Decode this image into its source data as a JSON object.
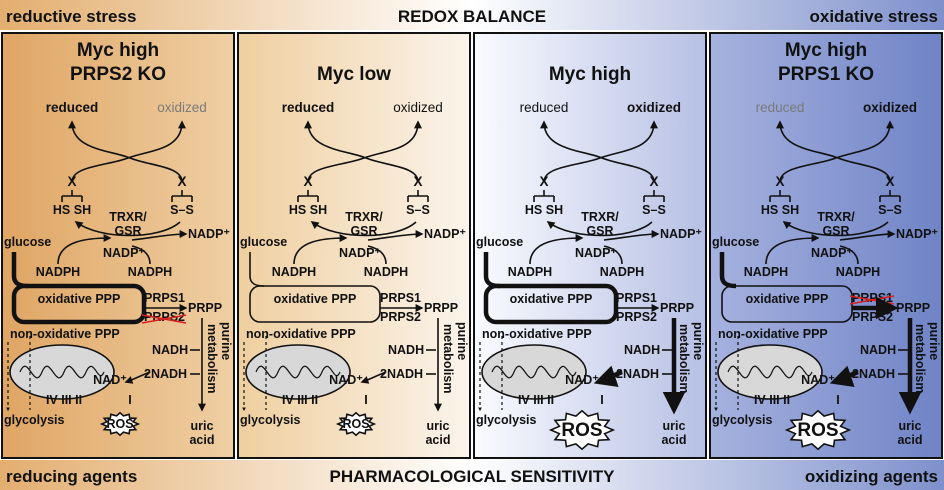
{
  "top_bar": {
    "left": "reductive stress",
    "center": "REDOX BALANCE",
    "right": "oxidative stress"
  },
  "bottom_bar": {
    "left": "reducing agents",
    "center": "PHARMACOLOGICAL SENSITIVITY",
    "right": "oxidizing agents"
  },
  "colors": {
    "orange": "#e2ae6e",
    "cream": "#f7ece0",
    "light_blue": "#dde2f2",
    "blue": "#7d8fcb",
    "ink": "#111111",
    "grey_text": "#7a7a7a",
    "strike_red": "#d42020"
  },
  "panels": [
    {
      "title_line1": "Myc high",
      "title_line2": "PRPS2 KO",
      "reduced": "reduced",
      "oxidized": "oxidized",
      "x_left": "X",
      "x_right": "X",
      "hs_sh": "HS  SH",
      "s_s": "S–S",
      "trxr": "TRXR/",
      "gsr": "GSR",
      "nadp_plus_right": "NADP⁺",
      "nadp_plus_mid": "NADP⁺",
      "glucose": "glucose",
      "nadph_left": "NADPH",
      "nadph_right": "NADPH",
      "oxidative_ppp": "oxidative PPP",
      "prps1": "PRPS1",
      "prps2": "PRPS2",
      "prpp": "PRPP",
      "non_oxidative_ppp": "non-oxidative PPP",
      "nadh": "NADH",
      "two_nadh": "2NADH",
      "nad_plus": "NAD⁺",
      "complexes": "IV  III  II",
      "complex_one": "I",
      "ros": "ROS",
      "purine_metabolism": "purine metabolism",
      "glycolysis": "glycolysis",
      "uric": "uric",
      "acid": "acid",
      "struck_prps": "prps2"
    },
    {
      "title_line1": "Myc low",
      "title_line2": "",
      "reduced": "reduced",
      "oxidized": "oxidized",
      "x_left": "X",
      "x_right": "X",
      "hs_sh": "HS  SH",
      "s_s": "S–S",
      "trxr": "TRXR/",
      "gsr": "GSR",
      "nadp_plus_right": "NADP⁺",
      "nadp_plus_mid": "NADP⁺",
      "glucose": "glucose",
      "nadph_left": "NADPH",
      "nadph_right": "NADPH",
      "oxidative_ppp": "oxidative PPP",
      "prps1": "PRPS1",
      "prps2": "PRPS2",
      "prpp": "PRPP",
      "non_oxidative_ppp": "non-oxidative PPP",
      "nadh": "NADH",
      "two_nadh": "2NADH",
      "nad_plus": "NAD⁺",
      "complexes": "IV  III  II",
      "complex_one": "I",
      "ros": "ROS",
      "purine_metabolism": "purine metabolism",
      "glycolysis": "glycolysis",
      "uric": "uric",
      "acid": "acid",
      "struck_prps": ""
    },
    {
      "title_line1": "Myc high",
      "title_line2": "",
      "reduced": "reduced",
      "oxidized": "oxidized",
      "x_left": "X",
      "x_right": "X",
      "hs_sh": "HS  SH",
      "s_s": "S–S",
      "trxr": "TRXR/",
      "gsr": "GSR",
      "nadp_plus_right": "NADP⁺",
      "nadp_plus_mid": "NADP⁺",
      "glucose": "glucose",
      "nadph_left": "NADPH",
      "nadph_right": "NADPH",
      "oxidative_ppp": "oxidative PPP",
      "prps1": "PRPS1",
      "prps2": "PRPS2",
      "prpp": "PRPP",
      "non_oxidative_ppp": "non-oxidative PPP",
      "nadh": "NADH",
      "two_nadh": "2NADH",
      "nad_plus": "NAD⁺",
      "complexes": "IV  III  II",
      "complex_one": "I",
      "ros": "ROS",
      "purine_metabolism": "purine metabolism",
      "glycolysis": "glycolysis",
      "uric": "uric",
      "acid": "acid",
      "struck_prps": ""
    },
    {
      "title_line1": "Myc high",
      "title_line2": "PRPS1 KO",
      "reduced": "reduced",
      "oxidized": "oxidized",
      "x_left": "X",
      "x_right": "X",
      "hs_sh": "HS  SH",
      "s_s": "S–S",
      "trxr": "TRXR/",
      "gsr": "GSR",
      "nadp_plus_right": "NADP⁺",
      "nadp_plus_mid": "NADP⁺",
      "glucose": "glucose",
      "nadph_left": "NADPH",
      "nadph_right": "NADPH",
      "oxidative_ppp": "oxidative PPP",
      "prps1": "PRPS1",
      "prps2": "PRPS2",
      "prpp": "PRPP",
      "non_oxidative_ppp": "non-oxidative PPP",
      "nadh": "NADH",
      "two_nadh": "2NADH",
      "nad_plus": "NAD⁺",
      "complexes": "IV  III  II",
      "complex_one": "I",
      "ros": "ROS",
      "purine_metabolism": "purine metabolism",
      "glycolysis": "glycolysis",
      "uric": "uric",
      "acid": "acid",
      "struck_prps": "prps1"
    }
  ]
}
